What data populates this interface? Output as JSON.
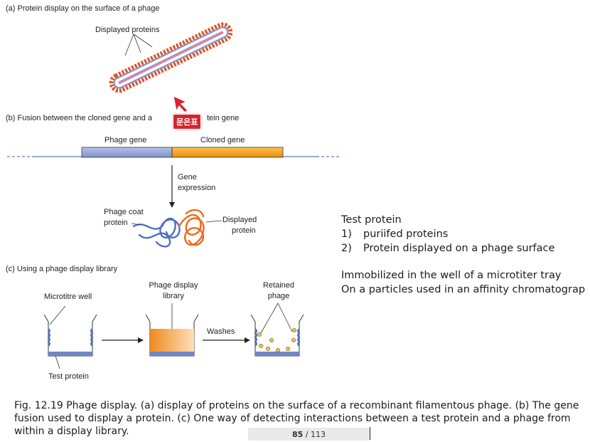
{
  "figure": {
    "panel_a": {
      "title": "(a) Protein display on the surface of a phage",
      "label_displayed": "Displayed proteins"
    },
    "panel_b": {
      "title_left": "(b) Fusion between the cloned gene and a",
      "title_right": "tein gene",
      "phage_gene": "Phage gene",
      "cloned_gene": "Cloned gene",
      "gene_expr_1": "Gene",
      "gene_expr_2": "expression",
      "coat_1": "Phage coat",
      "coat_2": "protein",
      "disp_1": "Displayed",
      "disp_2": "protein",
      "phage_color": "#8ea0d8",
      "cloned_color": "#f5a623"
    },
    "panel_c": {
      "title": "(c) Using a phage display library",
      "well_label": "Microtitre well",
      "library_1": "Phage display",
      "library_2": "library",
      "retained_1": "Retained",
      "retained_2": "phage",
      "washes": "Washes",
      "test_protein": "Test protein"
    }
  },
  "annotation": {
    "label": "문은표",
    "color": "#d9232e"
  },
  "notes": {
    "line1": "Test protein",
    "line2_num": "1)",
    "line2_text": "puriifed proteins",
    "line3_num": "2)",
    "line3_text": "Protein displayed on a phage surface",
    "line4": "Immobilized in the well of a microtiter tray",
    "line5": "On a particles used in an affinity chromatograp"
  },
  "caption": {
    "text": "Fig. 12.19 Phage display. (a) display of proteins on the surface of a recombinant filamentous phage. (b) The gene fusion used to display a protein. (c) One way of detecting interactions between a test protein and a phage from within a display library."
  },
  "pager": {
    "current": "85",
    "separator": " / ",
    "total": "113"
  }
}
